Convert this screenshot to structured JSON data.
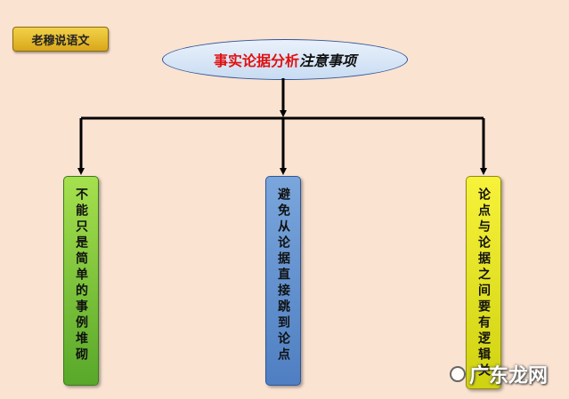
{
  "badge": {
    "label": "老穆说语文"
  },
  "title": {
    "part_red": "事实论据分析",
    "part_dark": "注意事项"
  },
  "items": [
    {
      "text": "不能只是简单的事例堆砌"
    },
    {
      "text": "避免从论据直接跳到论点"
    },
    {
      "text": "论点与论据之间要有逻辑关"
    }
  ],
  "watermark": {
    "text": "广东龙网"
  },
  "colors": {
    "background": "#fbe3d2",
    "title_red": "#e01010",
    "green": "#8ed13f",
    "blue": "#6690d0",
    "yellow": "#f0ee2a",
    "badge": "#e6bb2f"
  }
}
